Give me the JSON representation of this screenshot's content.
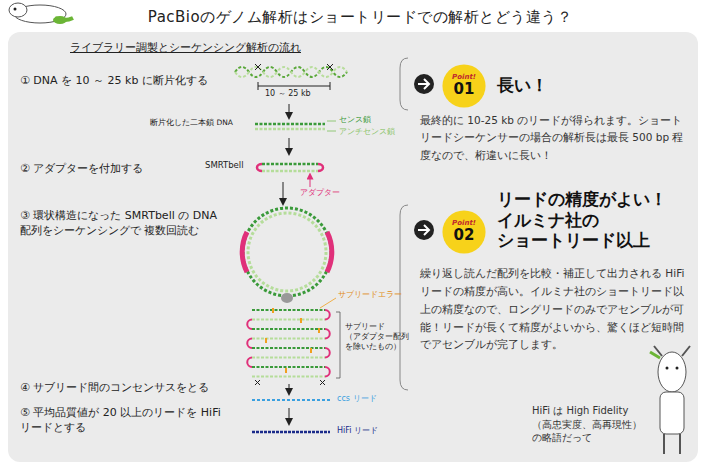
{
  "diagram": {
    "title": "PacBioのゲノム解析はショートリードでの解析とどう違う？",
    "nodes": [
      {
        "text": [
          "Point!",
          "01"
        ]
      },
      {
        "text": [
          "Point!",
          "02"
        ]
      }
    ],
    "labels": [
      "ライブラリー調製とシーケンシング解析の流れ",
      "① DNA を 10 ～ 25 kb に断片化する",
      "10 ～ 25 kb",
      "断片化した二本鎖 DNA",
      "センス鎖",
      "アンチセンス鎖",
      "② アダプターを付加する",
      "SMRTbell",
      "アダプター",
      "③ 環状構造になった SMRTbell の DNA 配列をシーケンシングで 複数回読む",
      "サブリードエラー",
      "サブリード （アダプター配列 を除いたもの）",
      "④ サブリード間のコンセンサスをとる",
      "ccs リード",
      "⑤ 平均品質値が 20 以上のリードを HiFi リードとする",
      "HiFi リード",
      "長い！",
      "最終的に 10-25 kb のリードが得られます。ショートリードシーケンサーの場合の解析長は最長 500 bp 程度なので、桁違いに長い！",
      "リードの精度がよい！ イルミナ社の ショートリード以上",
      "繰り返し読んだ配列を比較・補正して出力される HiFi リードの精度が高い。イルミナ社のショートリード以上の精度なので、ロングリードのみでアセンブルが可能！リードが長くて精度がよいから、驚くほど短時間でアセンブルが完了します。",
      "HiFi は High Fidelity （高忠実度、高再現性） の略語だって"
    ]
  }
}
